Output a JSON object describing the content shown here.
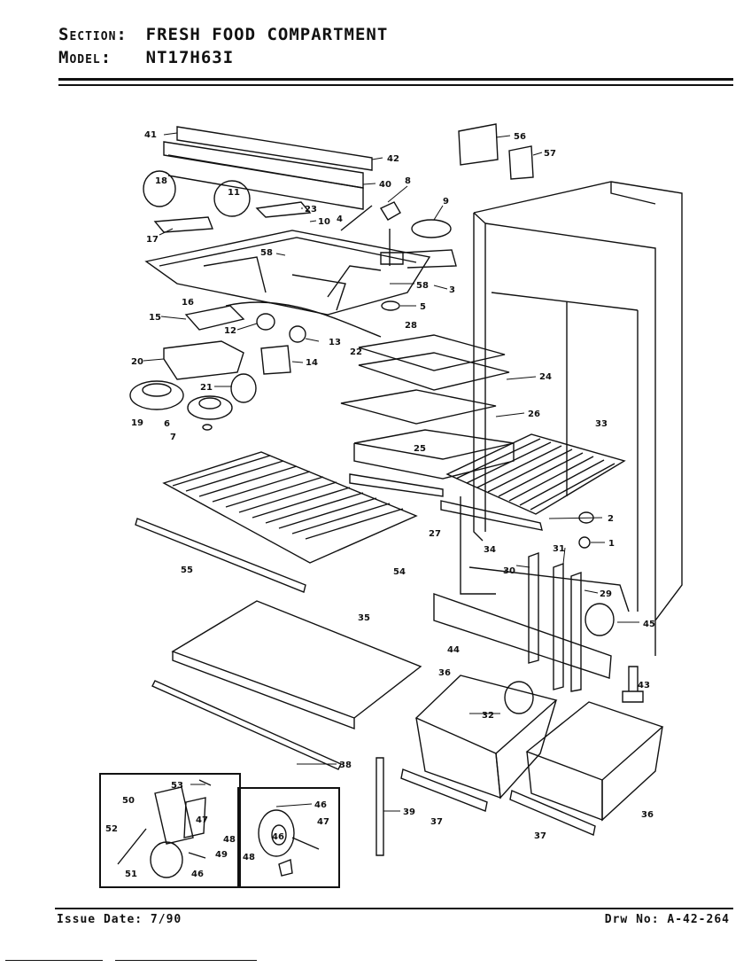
{
  "header": {
    "section_key": "Section:",
    "section_value": "FRESH FOOD COMPARTMENT",
    "model_key": "Model:",
    "model_value": "NT17H63I"
  },
  "footer": {
    "issue_date": "Issue Date: 7/90",
    "drawing_no": "Drw No: A-42-264"
  },
  "callouts": [
    "41",
    "42",
    "40",
    "8",
    "9",
    "56",
    "57",
    "18",
    "11",
    "23",
    "10",
    "4",
    "17",
    "58",
    "16",
    "58",
    "3",
    "5",
    "15",
    "12",
    "13",
    "22",
    "20",
    "14",
    "21",
    "19",
    "6",
    "7",
    "28",
    "24",
    "25",
    "26",
    "33",
    "2",
    "1",
    "27",
    "34",
    "55",
    "54",
    "31",
    "30",
    "29",
    "45",
    "44",
    "35",
    "43",
    "36",
    "32",
    "38",
    "39",
    "37",
    "37",
    "36",
    "53",
    "50",
    "47",
    "52",
    "48",
    "49",
    "51",
    "46",
    "46",
    "47",
    "48",
    "46"
  ]
}
